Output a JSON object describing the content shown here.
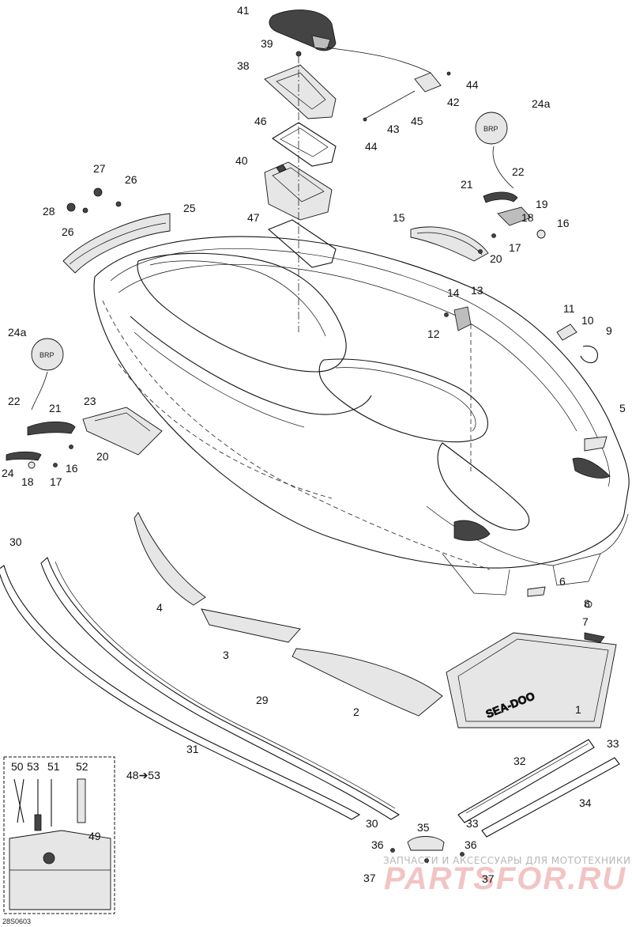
{
  "diagram": {
    "doc_code": "28S0603",
    "range_label": "48➔53",
    "labels": [
      "41",
      "39",
      "38",
      "44",
      "42",
      "43",
      "45",
      "44",
      "46",
      "24a",
      "22",
      "40",
      "21",
      "19",
      "27",
      "26",
      "25",
      "28",
      "26",
      "15",
      "18",
      "16",
      "47",
      "17",
      "20",
      "14",
      "13",
      "11",
      "10",
      "12",
      "9",
      "24a",
      "22",
      "23",
      "21",
      "20",
      "24",
      "18",
      "16",
      "17",
      "5",
      "30",
      "4",
      "6",
      "8",
      "7",
      "3",
      "29",
      "2",
      "1",
      "31",
      "50",
      "53",
      "51",
      "52",
      "32",
      "33",
      "34",
      "33",
      "35",
      "36",
      "37",
      "36",
      "37",
      "30",
      "49"
    ],
    "logo_text": "BRP",
    "hull_text": "SEA-DOO"
  },
  "watermark": {
    "line1": "ЗАПЧАСТИ И АКСЕССУАРЫ ДЛЯ МОТОТЕХНИКИ",
    "line2": "PARTSFOR.RU"
  }
}
